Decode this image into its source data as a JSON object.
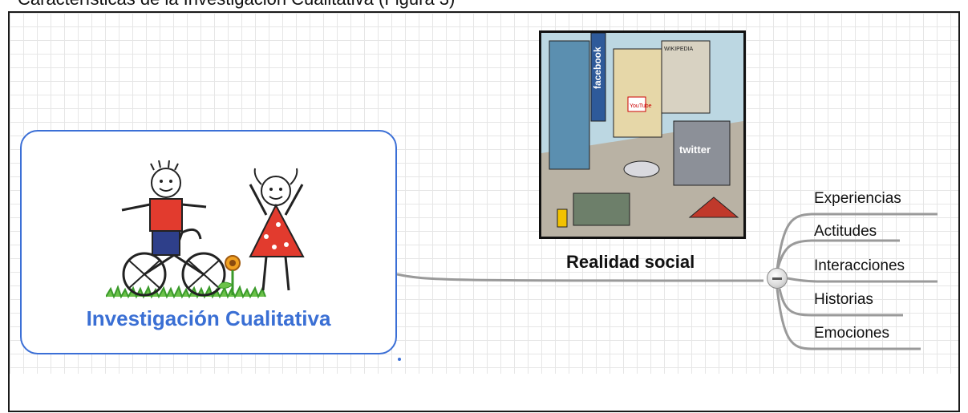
{
  "caption": "Características de la Investigación Cualitativa (Figura 3)",
  "central_topic": {
    "title": "Investigación Cualitativa"
  },
  "image_topic": {
    "label": "Realidad social",
    "sign_facebook": "facebook",
    "sign_twitter": "twitter",
    "sign_youtube": "YouTube",
    "sign_wikipedia": "WIKIPEDIA"
  },
  "branches": [
    {
      "label": "Experiencias"
    },
    {
      "label": "Actitudes"
    },
    {
      "label": "Interacciones"
    },
    {
      "label": "Historias"
    },
    {
      "label": "Emociones"
    }
  ],
  "colors": {
    "central_border": "#3b6fd6",
    "central_text": "#3a6fd4",
    "connector": "#9a9a9a"
  }
}
